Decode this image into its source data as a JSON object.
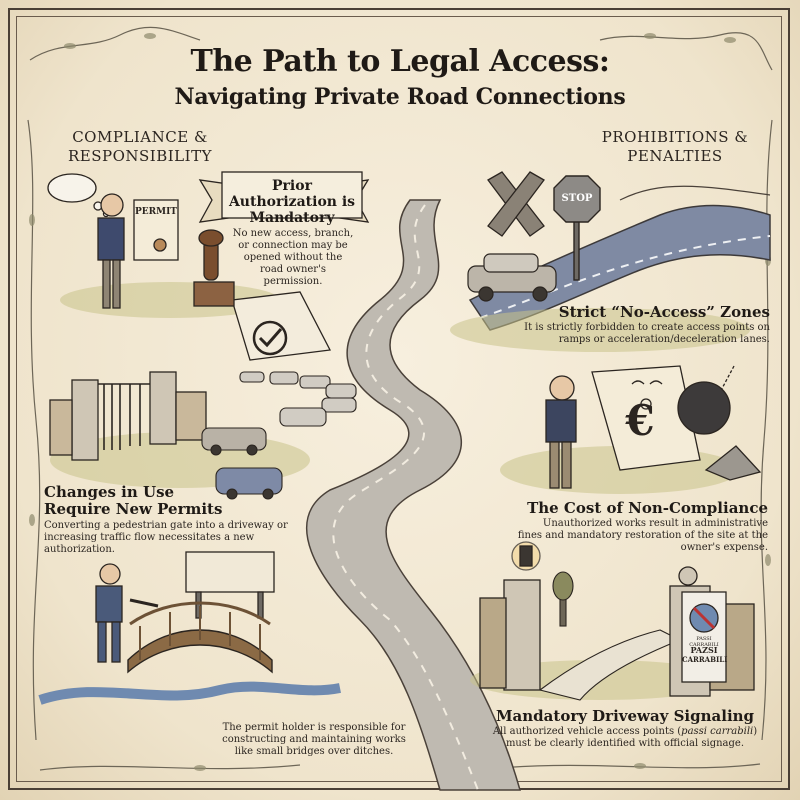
{
  "title": "The Path to Legal Access:",
  "subtitle": "Navigating Private Road Connections",
  "sections": {
    "left": "COMPLIANCE & RESPONSIBILITY",
    "right": "PROHIBITIONS & PENALTIES"
  },
  "panels": {
    "prior_authorization": {
      "banner": "Prior Authorization is Mandatory",
      "text": "No new access, branch, or connection may be opened without the road owner's permission."
    },
    "no_access_zones": {
      "heading": "Strict “No-Access” Zones",
      "text": "It is strictly forbidden to create access points on ramps or acceleration/deceleration lanes."
    },
    "changes_in_use": {
      "heading": "Changes in Use Require New Permits",
      "text": "Converting a pedestrian gate into a driveway or increasing traffic flow necessitates a new authorization."
    },
    "cost_of_noncompliance": {
      "heading": "The Cost of Non-Compliance",
      "text": "Unauthorized works result in administrative fines and mandatory restoration of the site at the owner's expense."
    },
    "permit_holder": {
      "text": "The permit holder is responsible for constructing and maintaining works like small bridges over ditches."
    },
    "driveway_signaling": {
      "heading": "Mandatory Driveway Signaling",
      "text_before": "All authorized vehicle access points (",
      "text_italic": "passi carrabili",
      "text_after": ") must be clearly identified with official signage."
    }
  },
  "illustration_labels": {
    "permit_scroll": "PERMIT",
    "stop_sign": "STOP",
    "euro_symbol": "€",
    "sign_top": "PASSI CARRABILI",
    "sign_text_1": "PAZSI",
    "sign_text_2": "CARRABILI"
  },
  "colors": {
    "paper": "#efe6d2",
    "ink": "#2b2520",
    "road": "#b9b4ab",
    "grass": "#b5b06a",
    "sky_blue": "#8aa0bf",
    "stop_red": "#8d8a86"
  }
}
